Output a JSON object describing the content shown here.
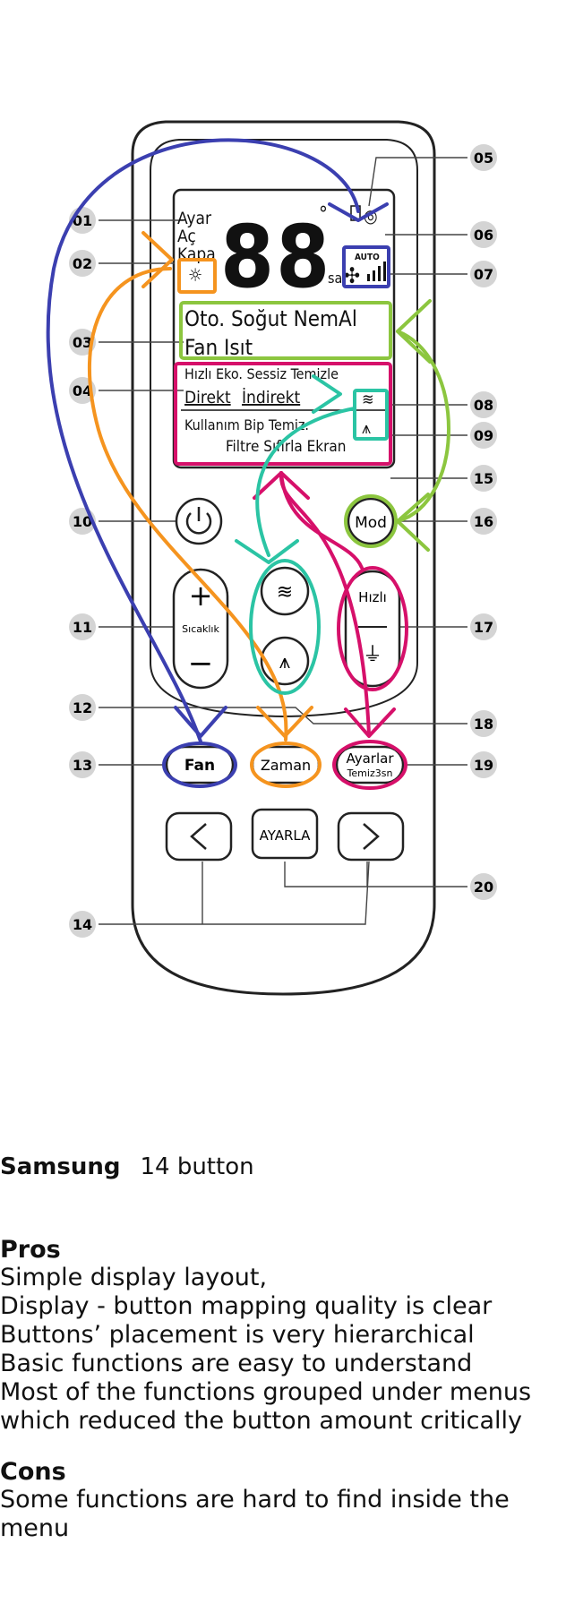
{
  "callouts": [
    "01",
    "02",
    "03",
    "04",
    "05",
    "06",
    "07",
    "08",
    "09",
    "10",
    "11",
    "12",
    "13",
    "14",
    "15",
    "16",
    "17",
    "18",
    "19",
    "20"
  ],
  "display": {
    "digits": "88",
    "degree": "°",
    "unit": "sa",
    "labels_left": [
      "Ayar",
      "Aç",
      "Kapa"
    ],
    "auto": "AUTO",
    "modes_row1": "Oto. Soğut NemAl",
    "modes_row2": "Fan Isıt",
    "opts_row1": "Hızlı Eko. Sessiz Temizle",
    "opts_row2a": "Direkt",
    "opts_row2b": "İndirekt",
    "opts_row3": "Kullanım Bip Temiz.",
    "opts_row4": "Filtre Sıfırla Ekran"
  },
  "buttons": {
    "mod": "Mod",
    "hizli": "Hızlı",
    "sicaklik": "Sıcaklık",
    "fan": "Fan",
    "zaman": "Zaman",
    "ayarlar": "Ayarlar",
    "ayarlar_sub": "Temiz3sn",
    "ayarla": "AYARLA"
  },
  "caption": {
    "brand": "Samsung",
    "count": "14 button"
  },
  "pros": {
    "title": "Pros",
    "items": [
      "Simple display layout,",
      "Display - button mapping quality is clear",
      "Buttons’ placement is very hierarchical",
      "Basic functions are easy to understand",
      "Most of the functions grouped under menus which reduced the button amount critically"
    ]
  },
  "cons": {
    "title": "Cons",
    "items": [
      "Some functions are hard to find inside the menu"
    ]
  },
  "colors": {
    "blue": "#3b3fb0",
    "orange": "#f5941f",
    "green": "#8cc63f",
    "teal": "#2bc4a4",
    "magenta": "#d6106a",
    "callout_bg": "#d4d4d4"
  }
}
